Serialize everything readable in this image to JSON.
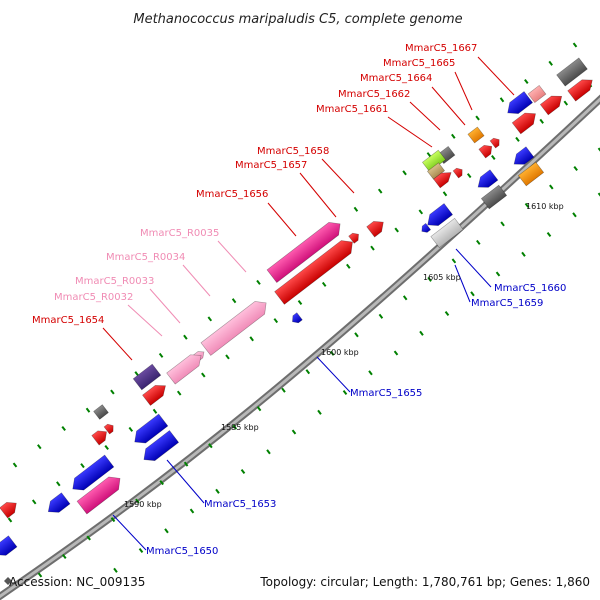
{
  "title": "Methanococcus maripaludis C5, complete genome",
  "footer": {
    "accession": "Accession: NC_009135",
    "topology": "Topology: circular; Length: 1,780,761 bp; Genes: 1,860"
  },
  "colors": {
    "forward_label": "#d40000",
    "reverse_label": "#0000c8",
    "rna_label": "#f08cb4",
    "backbone": "#8a8a8a",
    "tick_mark": "#008000"
  },
  "scale_labels": [
    "1590 kbp",
    "1595 kbp",
    "1600 kbp",
    "1605 kbp",
    "1610 kbp"
  ],
  "gene_labels": [
    {
      "text": "MmarC5_1667",
      "kind": "forward"
    },
    {
      "text": "MmarC5_1665",
      "kind": "forward"
    },
    {
      "text": "MmarC5_1664",
      "kind": "forward"
    },
    {
      "text": "MmarC5_1662",
      "kind": "forward"
    },
    {
      "text": "MmarC5_1661",
      "kind": "forward"
    },
    {
      "text": "MmarC5_1658",
      "kind": "forward"
    },
    {
      "text": "MmarC5_1657",
      "kind": "forward"
    },
    {
      "text": "MmarC5_1656",
      "kind": "forward"
    },
    {
      "text": "MmarC5_R0035",
      "kind": "rna"
    },
    {
      "text": "MmarC5_R0034",
      "kind": "rna"
    },
    {
      "text": "MmarC5_R0033",
      "kind": "rna"
    },
    {
      "text": "MmarC5_R0032",
      "kind": "rna"
    },
    {
      "text": "MmarC5_1654",
      "kind": "forward"
    },
    {
      "text": "MmarC5_1660",
      "kind": "reverse"
    },
    {
      "text": "MmarC5_1659",
      "kind": "reverse"
    },
    {
      "text": "MmarC5_1655",
      "kind": "reverse"
    },
    {
      "text": "MmarC5_1653",
      "kind": "reverse"
    },
    {
      "text": "MmarC5_1650",
      "kind": "reverse"
    }
  ]
}
